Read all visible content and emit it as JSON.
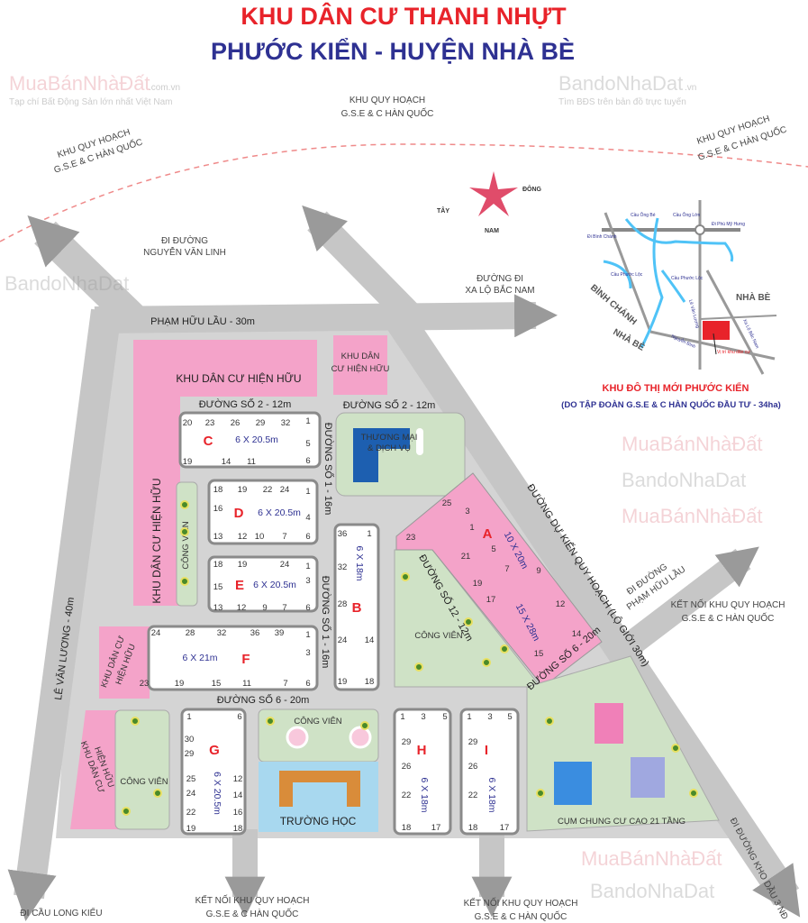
{
  "title": {
    "line1": "KHU DÂN CƯ THANH NHỰT",
    "line2": "PHƯỚC KIỂN - HUYỆN NHÀ BÈ"
  },
  "colors": {
    "title_red": "#e8232a",
    "title_navy": "#2e3192",
    "residential_pink": "#f4a3c9",
    "park_green": "#cfe2c6",
    "road_gray": "#c9c9c9",
    "school_blue": "#a8d8ef"
  },
  "external": {
    "top_zone": [
      "KHU QUY HOẠCH",
      "G.S.E & C HÀN QUỐC"
    ],
    "left_zone": [
      "KHU QUY HOẠCH",
      "G.S.E & C HÀN QUỐC"
    ],
    "right_zone": [
      "KHU QUY HOẠCH",
      "G.S.E & C HÀN QUỐC"
    ],
    "nguyen_van_linh": [
      "ĐI ĐƯỜNG",
      "NGUYỄN VĂN LINH"
    ],
    "xa_lo": [
      "ĐƯỜNG ĐI",
      "XA LỘ BẮC NAM"
    ],
    "pham_huu_lau_exit": [
      "ĐI ĐƯỜNG",
      "PHẠM HỮU LẦU"
    ],
    "connect_right": [
      "KẾT NỐI KHU QUY HOẠCH",
      "G.S.E & C HÀN QUỐC"
    ],
    "connect_bottom_left": [
      "KẾT NỐI KHU QUY HOẠCH",
      "G.S.E & C HÀN QUỐC"
    ],
    "connect_bottom_right": [
      "KẾT NỐI KHU QUY HOẠCH",
      "G.S.E & C HÀN QUỐC"
    ],
    "long_kieu": "ĐI CẦU LONG KIỂU",
    "kho_dau": "ĐI ĐƯỜNG KHO DẦU 3 NĐ"
  },
  "streets": {
    "pham_huu_lau": "PHẠM HỮU LẦU - 30m",
    "so2_left": "ĐƯỜNG SỐ 2 - 12m",
    "so2_right": "ĐƯỜNG SỐ 2 - 12m",
    "so1_top": "ĐƯỜNG SỐ 1 - 16m",
    "so1_bottom": "ĐƯỜNG SỐ 1 - 16m",
    "so12": "ĐƯỜNG SỐ 12 - 12m",
    "so6_left": "ĐƯỜNG SỐ 6 - 20m",
    "so6_right": "ĐƯỜNG SỐ 6 - 20m",
    "du_kien": "ĐƯỜNG DỰ KIẾN QUY HOẠCH (LỘ GIỚI 30m)",
    "le_van_luong": "LÊ VĂN LƯƠNG - 40m"
  },
  "zones": {
    "kdc_top": "KHU DÂN CƯ HIỆN HỮU",
    "kdc_left": "KHU DÂN CƯ HIỆN HỮU",
    "kdc_small": [
      "KHU DÂN",
      "CƯ HIỆN HỮU"
    ],
    "kdc_f": [
      "KHU DÂN CƯ",
      "HIỆN HỮU"
    ],
    "kdc_bottom": [
      "KHU DÂN CƯ",
      "HIỆN HỮU"
    ],
    "commerce": [
      "THƯƠNG MẠI",
      "& DỊCH VỤ"
    ],
    "park_strip": "CÔNG VIÊN",
    "park_center": "CÔNG VIÊN",
    "park_school": "CÔNG VIÊN",
    "park_bottom": "CÔNG VIÊN",
    "school": "TRƯỜNG HỌC",
    "apartments": "CỤM CHUNG CƯ CAO 21 TẦNG"
  },
  "blocks": {
    "C": {
      "label": "C",
      "size": "6 X 20.5m",
      "lots": [
        "20",
        "23",
        "26",
        "29",
        "32",
        "1",
        "5",
        "6",
        "19",
        "14",
        "11"
      ]
    },
    "D": {
      "label": "D",
      "size": "6 X 20.5m",
      "lots": [
        "18",
        "19",
        "22",
        "24",
        "1",
        "16",
        "4",
        "13",
        "12",
        "10",
        "7",
        "6"
      ]
    },
    "E": {
      "label": "E",
      "size": "6 X 20.5m",
      "lots": [
        "18",
        "19",
        "24",
        "1",
        "15",
        "3",
        "13",
        "12",
        "9",
        "7",
        "6"
      ]
    },
    "F": {
      "label": "F",
      "size": "6 X 21m",
      "lots": [
        "24",
        "28",
        "32",
        "36",
        "39",
        "1",
        "3",
        "23",
        "19",
        "15",
        "11",
        "7",
        "6"
      ]
    },
    "B": {
      "label": "B",
      "size": "6 X 18m",
      "lots": [
        "36",
        "1",
        "32",
        "28",
        "24",
        "14",
        "19",
        "18"
      ]
    },
    "A": {
      "label": "A",
      "size": "10 X 20m",
      "size2": "15 X 28m",
      "lots": [
        "25",
        "3",
        "23",
        "1",
        "21",
        "5",
        "19",
        "7",
        "17",
        "9",
        "12",
        "14",
        "15"
      ]
    },
    "G": {
      "label": "G",
      "size": "6 X 20.5m",
      "lots": [
        "1",
        "6",
        "30",
        "29",
        "25",
        "24",
        "22",
        "19",
        "12",
        "14",
        "16",
        "18"
      ]
    },
    "H": {
      "label": "H",
      "size": "6 X 18m",
      "lots": [
        "1",
        "3",
        "5",
        "29",
        "26",
        "22",
        "18",
        "17"
      ]
    },
    "I": {
      "label": "I",
      "size": "6 X 18m",
      "lots": [
        "1",
        "3",
        "5",
        "29",
        "26",
        "22",
        "18",
        "17"
      ]
    }
  },
  "compass": {
    "west": "TÂY",
    "east": "ĐÔNG",
    "south": "NAM"
  },
  "inset": {
    "cau_ong_be": "Cầu Ông Bé",
    "cau_ong_lon": "Cầu Ông Lớn",
    "di_phu_my_hung": "Đi Phú Mỹ Hưng",
    "di_binh_chanh": "Đi Bình Chánh",
    "cau_phuoc_loc": "Cầu Phước Lộc",
    "cau_phuoc_2": "Cầu Phước Lộc",
    "binh_chanh": "BÌNH CHÁNH",
    "nha_be_left": "NHÀ BÈ",
    "nha_be_right": "NHÀ BÈ",
    "nguyen_binh": "Nguyễn Bình",
    "le_van_luong": "Lê Văn Lương",
    "xa_lo_bac_nam": "Xa Lộ Bắc Nam",
    "vi_tri": "Vị trí khu dân cư",
    "title": "KHU ĐÔ THỊ MỚI PHƯỚC KIỂN",
    "subtitle": "(DO TẬP ĐOÀN  G.S.E & C HÀN QUỐC ĐẦU TƯ - 34ha)"
  },
  "watermarks": {
    "a": "MuaBánNhàĐất",
    "a_sub": "Tạp chí Bất Động Sản lớn nhất Việt Nam",
    "b": "BandoNhaDat",
    "b_sub": "Tìm BĐS trên bản đồ trực tuyến",
    "domain": ".com.vn",
    "domain2": ".vn"
  }
}
